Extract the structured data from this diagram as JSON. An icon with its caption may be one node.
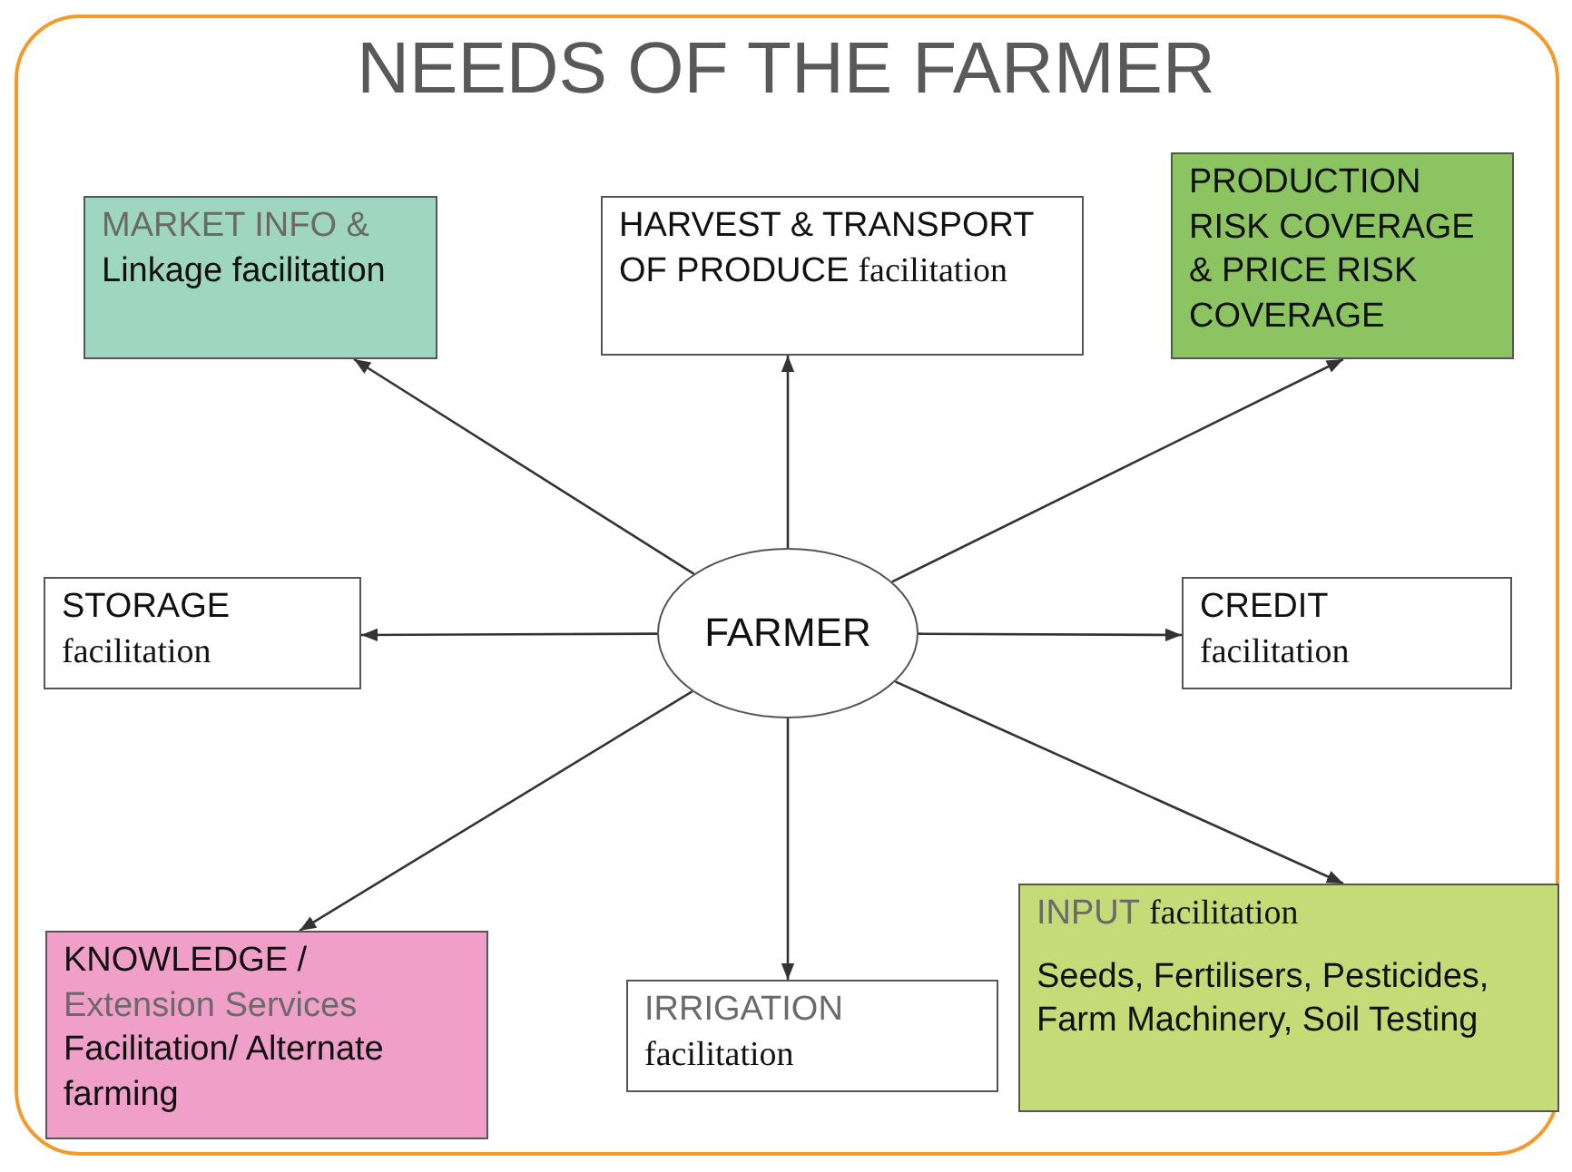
{
  "diagram": {
    "title": "NEEDS OF THE FARMER",
    "nodes": [
      {
        "text": [
          "FARMER"
        ]
      },
      {
        "text": [
          "MARKET INFO &",
          "Linkage facilitation"
        ]
      },
      {
        "text": [
          "HARVEST & TRANSPORT OF PRODUCE",
          "facilitation"
        ]
      },
      {
        "text": [
          "PRODUCTION RISK COVERAGE & PRICE RISK COVERAGE"
        ]
      },
      {
        "text": [
          "STORAGE",
          "facilitation"
        ]
      },
      {
        "text": [
          "CREDIT",
          "facilitation"
        ]
      },
      {
        "text": [
          "KNOWLEDGE /",
          "Extension Services",
          "Facilitation/ Alternate farming"
        ]
      },
      {
        "text": [
          "IRRIGATION",
          "facilitation"
        ]
      },
      {
        "text": [
          "INPUT",
          "facilitation",
          "Seeds, Fertilisers, Pesticides, Farm Machinery, Soil Testing"
        ]
      }
    ],
    "edges": [
      {
        "from": 0,
        "to": 1,
        "arrow": "to"
      },
      {
        "from": 0,
        "to": 2,
        "arrow": "to"
      },
      {
        "from": 0,
        "to": 3,
        "arrow": "to"
      },
      {
        "from": 0,
        "to": 4,
        "arrow": "to"
      },
      {
        "from": 0,
        "to": 5,
        "arrow": "to"
      },
      {
        "from": 0,
        "to": 6,
        "arrow": "to"
      },
      {
        "from": 0,
        "to": 7,
        "arrow": "to"
      },
      {
        "from": 0,
        "to": 8,
        "arrow": "to"
      }
    ]
  }
}
